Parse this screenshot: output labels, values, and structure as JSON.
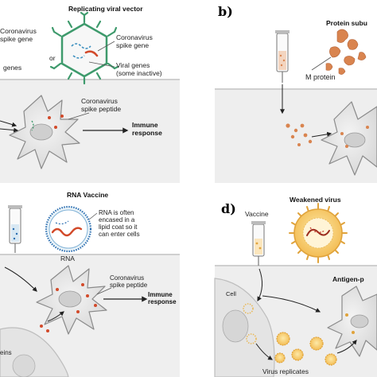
{
  "panel_a": {
    "title": "Replicating viral vector",
    "gene_label_left_1": "Coronavirus",
    "gene_label_left_2": "spike gene",
    "viral_genes_left": "genes",
    "or_label": "or",
    "gene_label_right_1": "Coronavirus",
    "gene_label_right_2": "spike gene",
    "viral_genes_right_1": "Viral genes",
    "viral_genes_right_2": "(some inactive)",
    "peptide_1": "Coronavirus",
    "peptide_2": "spike peptide",
    "immune_1": "Immune",
    "immune_2": "response"
  },
  "panel_b": {
    "letter": "b)",
    "title": "Protein subu",
    "m_protein": "M protein"
  },
  "panel_c": {
    "title": "RNA Vaccine",
    "rna_note_1": "RNA is often",
    "rna_note_2": "encased in a",
    "rna_note_3": "lipid coat so it",
    "rna_note_4": "can enter cells",
    "rna_label": "RNA",
    "peptide_1": "Coronavirus",
    "peptide_2": "spike peptide",
    "immune_1": "Immune",
    "immune_2": "response",
    "cell_fragment": "eins"
  },
  "panel_d": {
    "letter": "d)",
    "weakened": "Weakened virus",
    "vaccine": "Vaccine",
    "antigen": "Antigen-p",
    "cell": "Cell",
    "replicates": "Virus replicates"
  },
  "colors": {
    "panel_bg": "#f1f1f1",
    "cell_fill": "#e7e7e7",
    "spike_green": "#3e9a6c",
    "rna_red": "#d24a2a",
    "protein_orange": "#d9844f",
    "virus_yellow": "#f7c766",
    "rna_blue": "#2a6db0"
  }
}
